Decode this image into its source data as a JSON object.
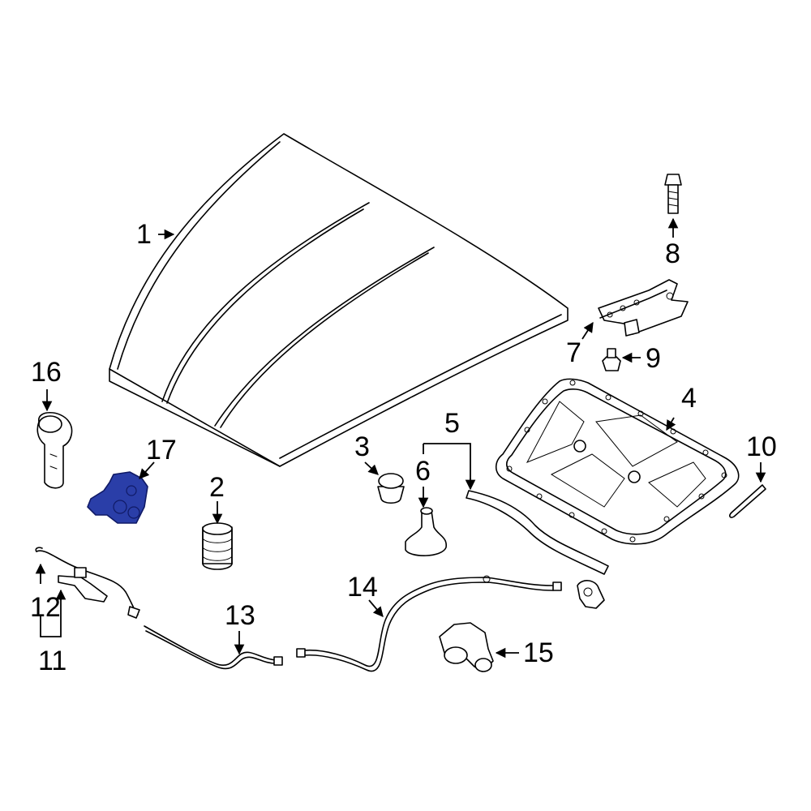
{
  "colors": {
    "line": "#000000",
    "background": "#ffffff",
    "highlight": "#2a3ea8",
    "highlight_stroke": "#101a66"
  },
  "callouts": {
    "c1": "1",
    "c2": "2",
    "c3": "3",
    "c4": "4",
    "c5": "5",
    "c6": "6",
    "c7": "7",
    "c8": "8",
    "c9": "9",
    "c10": "10",
    "c11": "11",
    "c12": "12",
    "c13": "13",
    "c14": "14",
    "c15": "15",
    "c16": "16",
    "c17": "17"
  },
  "highlighted_part": "17"
}
